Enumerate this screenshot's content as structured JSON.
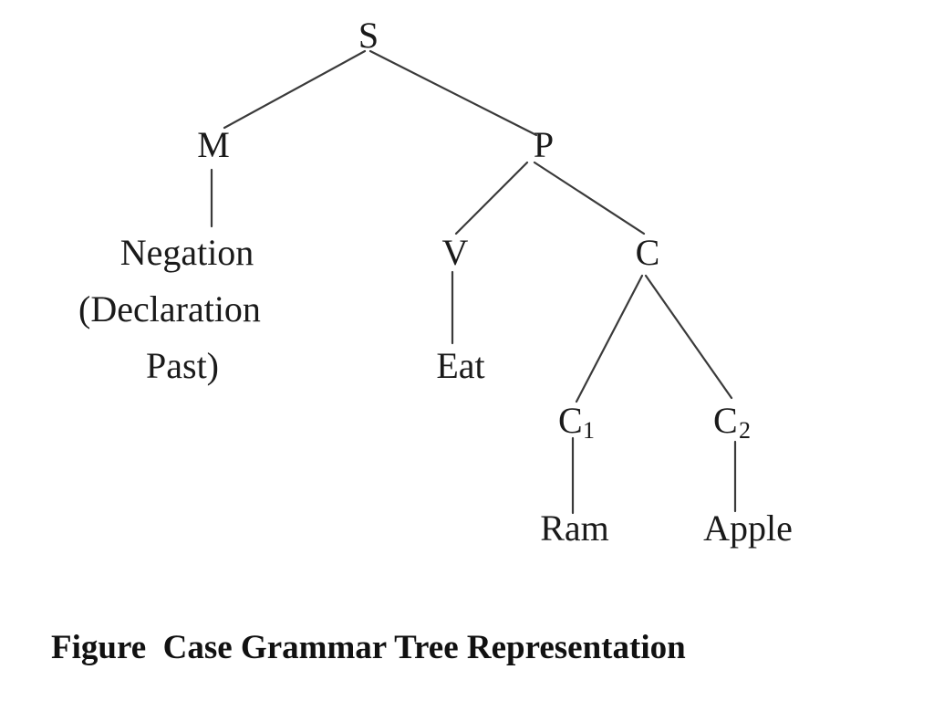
{
  "diagram": {
    "nodes": {
      "S": "S",
      "M": "M",
      "P": "P",
      "negation_line1": "Negation",
      "negation_line2": "(Declaration",
      "negation_line3": "Past)",
      "V": "V",
      "C": "C",
      "Eat": "Eat",
      "C1_letter": "C",
      "C1_sub": "1",
      "C2_letter": "C",
      "C2_sub": "2",
      "Ram": "Ram",
      "Apple": "Apple"
    },
    "caption": "Figure  Case Grammar Tree Representation"
  }
}
